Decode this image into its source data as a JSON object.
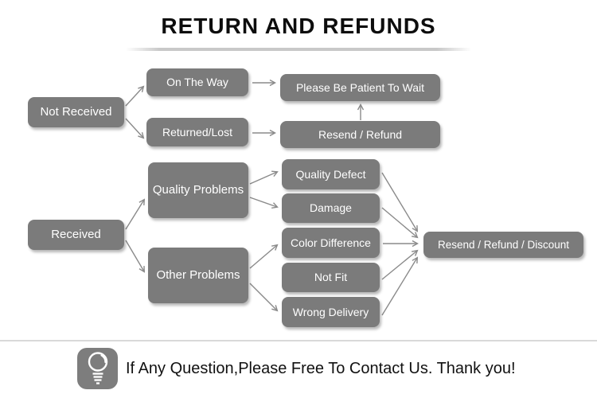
{
  "title": "RETURN AND REFUNDS",
  "flow": {
    "nodes": [
      {
        "id": "not-received",
        "label": "Not Received"
      },
      {
        "id": "on-the-way",
        "label": "On The Way"
      },
      {
        "id": "returned-lost",
        "label": "Returned/Lost"
      },
      {
        "id": "please-wait",
        "label": "Please Be Patient To Wait"
      },
      {
        "id": "resend-refund",
        "label": "Resend / Refund"
      },
      {
        "id": "received",
        "label": "Received"
      },
      {
        "id": "quality-problems",
        "label": "Quality Problems"
      },
      {
        "id": "other-problems",
        "label": "Other Problems"
      },
      {
        "id": "quality-defect",
        "label": "Quality Defect"
      },
      {
        "id": "damage",
        "label": "Damage"
      },
      {
        "id": "color-difference",
        "label": "Color Difference"
      },
      {
        "id": "not-fit",
        "label": "Not Fit"
      },
      {
        "id": "wrong-delivery",
        "label": "Wrong Delivery"
      },
      {
        "id": "resend-refund-discount",
        "label": "Resend / Refund / Discount"
      }
    ],
    "edges": [
      {
        "from": "not-received",
        "to": "on-the-way"
      },
      {
        "from": "not-received",
        "to": "returned-lost"
      },
      {
        "from": "on-the-way",
        "to": "please-wait"
      },
      {
        "from": "returned-lost",
        "to": "resend-refund"
      },
      {
        "from": "resend-refund",
        "to": "please-wait"
      },
      {
        "from": "received",
        "to": "quality-problems"
      },
      {
        "from": "received",
        "to": "other-problems"
      },
      {
        "from": "quality-problems",
        "to": "quality-defect"
      },
      {
        "from": "quality-problems",
        "to": "damage"
      },
      {
        "from": "other-problems",
        "to": "color-difference"
      },
      {
        "from": "other-problems",
        "to": "wrong-delivery"
      },
      {
        "from": "quality-defect",
        "to": "resend-refund-discount"
      },
      {
        "from": "damage",
        "to": "resend-refund-discount"
      },
      {
        "from": "color-difference",
        "to": "resend-refund-discount"
      },
      {
        "from": "not-fit",
        "to": "resend-refund-discount"
      },
      {
        "from": "wrong-delivery",
        "to": "resend-refund-discount"
      }
    ]
  },
  "footer": {
    "icon": "lightbulb-icon",
    "message": "If Any Question,Please Free To Contact Us. Thank you!"
  },
  "colors": {
    "background": "#ffffff",
    "node_fill": "#7b7b7b",
    "node_text": "#ffffff",
    "arrow": "#8a8a8a",
    "title_text": "#0d0d0d",
    "divider": "#d9d9d9"
  }
}
